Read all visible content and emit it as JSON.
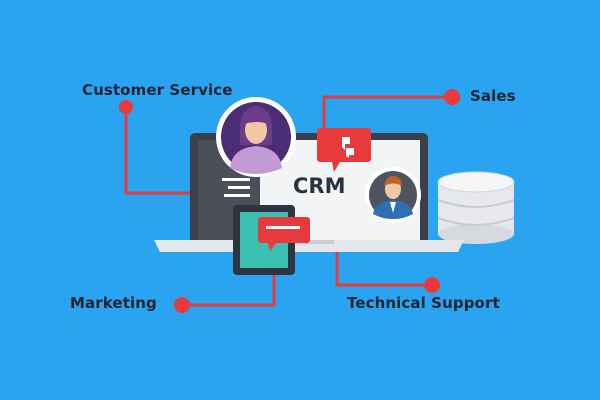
{
  "diagram": {
    "center_label": "CRM",
    "nodes": {
      "customer_service": "Customer Service",
      "sales": "Sales",
      "marketing": "Marketing",
      "technical_support": "Technical Support"
    },
    "colors": {
      "background": "#2aa3f0",
      "connector": "#e83a3a",
      "text": "#1e2432",
      "laptop_frame": "#3a3f4a",
      "screen": "#f2f4f6",
      "sidebar": "#4a4f5a",
      "tablet_screen": "#3bbfb0",
      "database": "#e6e8ec"
    },
    "icons": [
      "female-avatar-icon",
      "male-avatar-icon",
      "chat-bubble-icon",
      "database-icon",
      "laptop-icon",
      "tablet-icon"
    ]
  }
}
